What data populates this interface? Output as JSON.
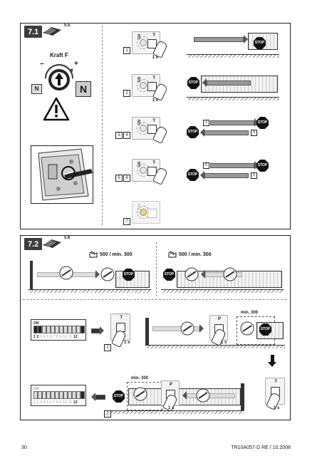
{
  "section_71": {
    "badge": "7.1",
    "ref": "5.5",
    "force_label": "Kraft F",
    "minus": "–",
    "plus": "+",
    "n_small": "N",
    "n_large": "N",
    "steps": [
      {
        "num": "1"
      },
      {
        "num": "2"
      },
      {
        "num_a": "3",
        "num_b": "4"
      },
      {
        "num_a": "5",
        "num_b": "6"
      },
      {
        "num": "7"
      }
    ],
    "gn": "GN",
    "t": "T",
    "press": "1 x",
    "stop": "STOP",
    "tags": {
      "a3": "3",
      "a4": "4",
      "a5": "5",
      "a6": "6"
    }
  },
  "section_72": {
    "badge": "7.2",
    "ref": "5.6",
    "cycle_left": "500 / min. 300",
    "cycle_right": "500 / min. 300",
    "stop": "STOP",
    "t": "T",
    "p": "P",
    "press": "1 x",
    "min300": "min. 300",
    "dip_on": "ON",
    "dip_numbers_upper": [
      "1",
      "2",
      "3",
      "4",
      "5",
      "6",
      "7",
      "8",
      "9",
      "10",
      "11",
      "12"
    ],
    "dip_numbers_lower": [
      "1",
      "2",
      "3",
      "4",
      "5",
      "6",
      "7",
      "8",
      "9",
      "10",
      "11",
      "12"
    ],
    "step1": "1",
    "step2": "2"
  },
  "footer": {
    "page": "30",
    "doc": "TR10A057-D  RE / 10.2008"
  }
}
